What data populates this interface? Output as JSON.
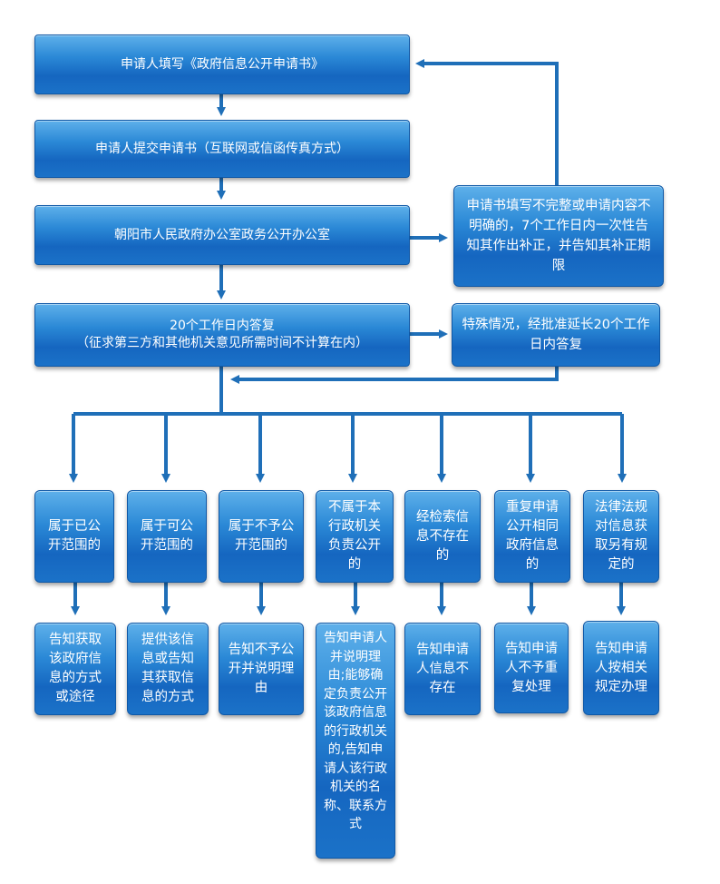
{
  "colors": {
    "box_top": "#5eb0ea",
    "box_mid": "#2a88d6",
    "box_bottom": "#1566c0",
    "arrow": "#1f6fb8",
    "text": "#ffffff"
  },
  "main": {
    "step1": "申请人填写《政府信息公开申请书》",
    "step2": "申请人提交申请书（互联网或信函传真方式）",
    "step3": "朝阳市人民政府办公室政务公开办公室",
    "step4_line1": "20个工作日内答复",
    "step4_line2": "（征求第三方和其他机关意见所需时间不计算在内）"
  },
  "side": {
    "incomplete": "申请书填写不完整或申请内容不明确的，7个工作日内一次性告知其作出补正，并告知其补正期限",
    "extension": "特殊情况，经批准延长20个工作日内答复"
  },
  "cases": [
    "属于已公开范围的",
    "属于可公开范围的",
    "属于不予公开范围的",
    "不属于本行政机关负责公开的",
    "经检索信息不存在的",
    "重复申请公开相同政府信息的",
    "法律法规对信息获取另有规定的"
  ],
  "results": [
    "告知获取该政府信息的方式或途径",
    "提供该信息或告知其获取信息的方式",
    "告知不予公开并说明理由",
    "告知申请人并说明理由;能够确定负责公开该政府信息的行政机关的,告知申请人该行政机关的名称、联系方式",
    "告知申请人信息不存在",
    "告知申请人不予重复处理",
    "告知申请人按相关规定办理"
  ]
}
